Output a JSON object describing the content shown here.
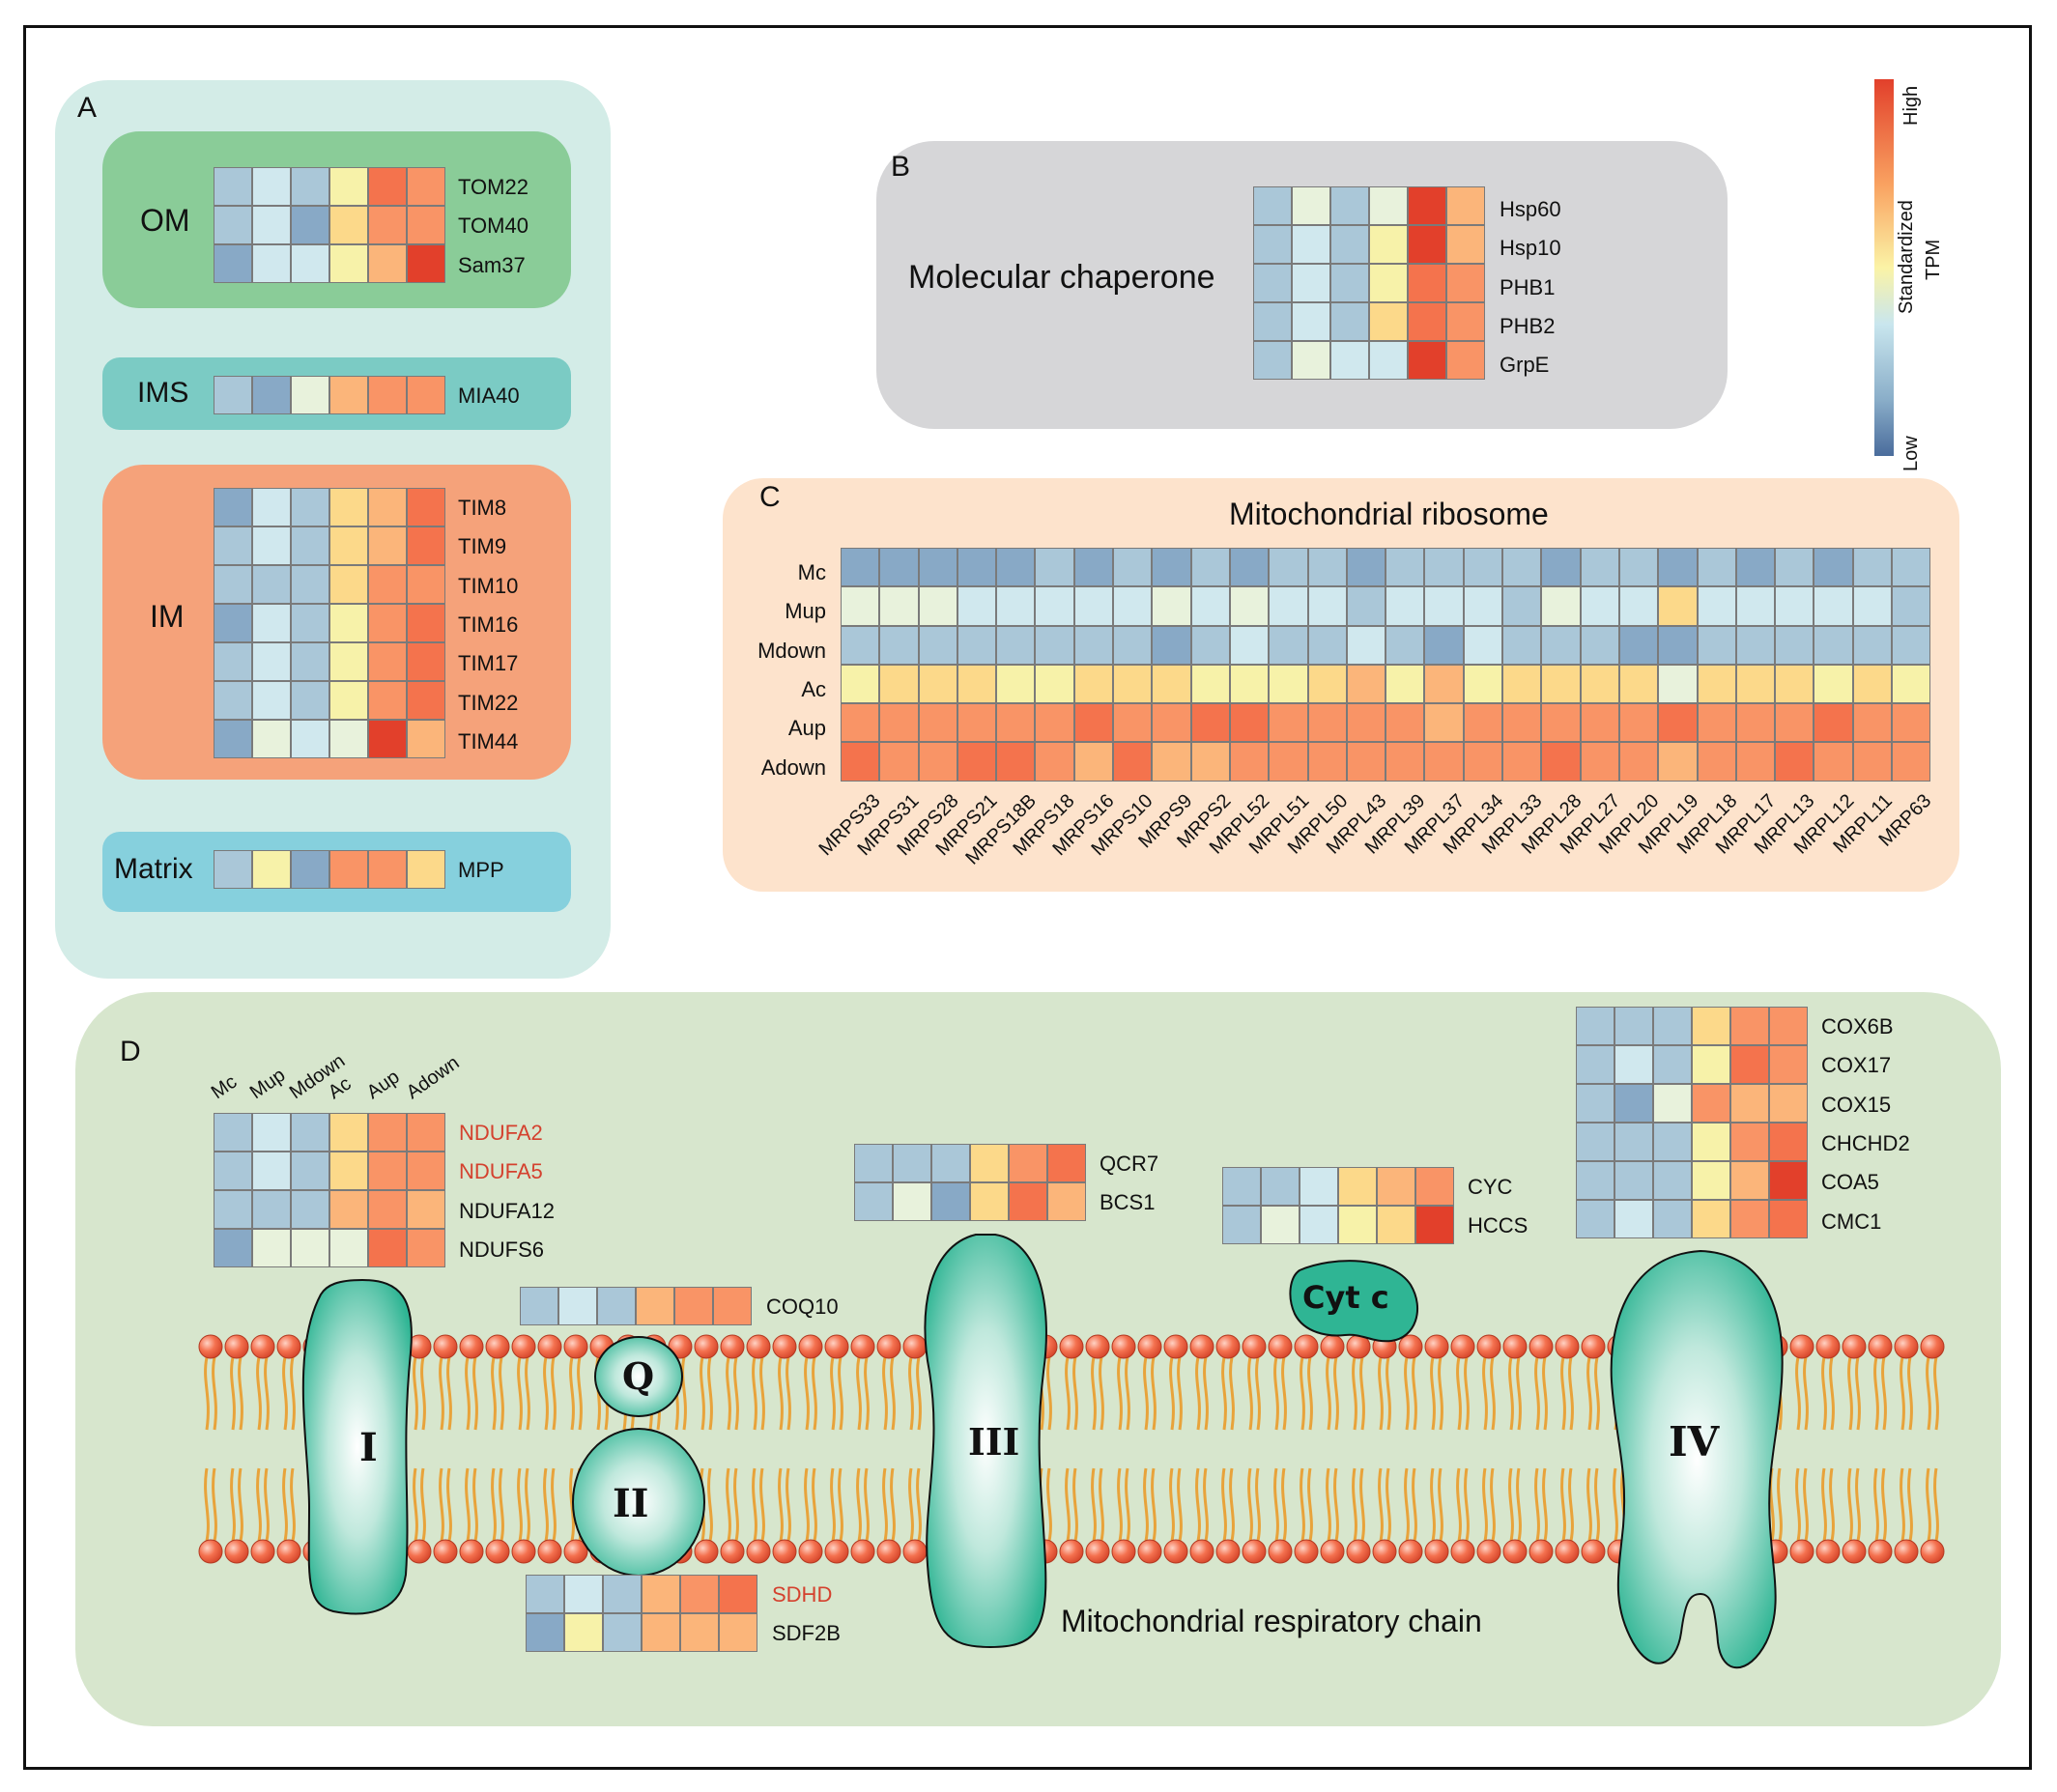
{
  "legend": {
    "high": "High",
    "low": "Low",
    "title_line1": "Standardized",
    "title_line2": "TPM",
    "colors": [
      "#4a6c9c",
      "#8aaec9",
      "#c9e6ee",
      "#fbf3a6",
      "#f9a261",
      "#e2402b"
    ]
  },
  "palette": {
    "1": "#88a9c6",
    "2": "#aac7d8",
    "3": "#d0e8ee",
    "4": "#e8f2dc",
    "5": "#f7f2a9",
    "6": "#fcd98a",
    "7": "#fbb57a",
    "8": "#f99466",
    "9": "#f4734d",
    "10": "#e2402b"
  },
  "panelA": {
    "letter": "A",
    "groups": [
      {
        "name": "OM",
        "rows": [
          {
            "label": "TOM22",
            "values": [
              2,
              3,
              2,
              5,
              9,
              8
            ]
          },
          {
            "label": "TOM40",
            "values": [
              2,
              3,
              1,
              6,
              8,
              8
            ]
          },
          {
            "label": "Sam37",
            "values": [
              1,
              3,
              3,
              5,
              7,
              10
            ]
          }
        ]
      },
      {
        "name": "IMS",
        "rows": [
          {
            "label": "MIA40",
            "values": [
              2,
              1,
              4,
              7,
              8,
              8
            ]
          }
        ]
      },
      {
        "name": "IM",
        "rows": [
          {
            "label": "TIM8",
            "values": [
              1,
              3,
              2,
              6,
              7,
              9
            ]
          },
          {
            "label": "TIM9",
            "values": [
              2,
              3,
              2,
              6,
              7,
              9
            ]
          },
          {
            "label": "TIM10",
            "values": [
              2,
              2,
              2,
              6,
              8,
              8
            ]
          },
          {
            "label": "TIM16",
            "values": [
              1,
              3,
              2,
              5,
              8,
              9
            ]
          },
          {
            "label": "TIM17",
            "values": [
              2,
              3,
              2,
              5,
              8,
              9
            ]
          },
          {
            "label": "TIM22",
            "values": [
              2,
              3,
              2,
              5,
              8,
              9
            ]
          },
          {
            "label": "TIM44",
            "values": [
              1,
              4,
              3,
              4,
              10,
              7
            ]
          }
        ]
      },
      {
        "name": "Matrix",
        "rows": [
          {
            "label": "MPP",
            "values": [
              2,
              5,
              1,
              8,
              8,
              6
            ]
          }
        ]
      }
    ]
  },
  "panelB": {
    "letter": "B",
    "title": "Molecular chaperone",
    "rows": [
      {
        "label": "Hsp60",
        "values": [
          2,
          4,
          2,
          4,
          10,
          7
        ]
      },
      {
        "label": "Hsp10",
        "values": [
          2,
          3,
          2,
          5,
          10,
          7
        ]
      },
      {
        "label": "PHB1",
        "values": [
          2,
          3,
          2,
          5,
          9,
          8
        ]
      },
      {
        "label": "PHB2",
        "values": [
          2,
          3,
          2,
          6,
          9,
          8
        ]
      },
      {
        "label": "GrpE",
        "values": [
          2,
          4,
          3,
          3,
          10,
          8
        ]
      }
    ]
  },
  "panelC": {
    "letter": "C",
    "title": "Mitochondrial ribosome",
    "row_labels": [
      "Mc",
      "Mup",
      "Mdown",
      "Ac",
      "Aup",
      "Adown"
    ],
    "col_labels": [
      "MRPS33",
      "MRPS31",
      "MRPS28",
      "MRPS21",
      "MRPS18B",
      "MRPS18",
      "MRPS16",
      "MRPS10",
      "MRPS9",
      "MRPS2",
      "MRPL52",
      "MRPL51",
      "MRPL50",
      "MRPL43",
      "MRPL39",
      "MRPL37",
      "MRPL34",
      "MRPL33",
      "MRPL28",
      "MRPL27",
      "MRPL20",
      "MRPL19",
      "MRPL18",
      "MRPL17",
      "MRPL13",
      "MRPL12",
      "MRPL11",
      "MRP63"
    ],
    "matrix": [
      [
        1,
        1,
        1,
        1,
        1,
        2,
        1,
        2,
        1,
        2,
        1,
        2,
        2,
        1,
        2,
        2,
        2,
        2,
        1,
        2,
        2,
        1,
        2,
        1,
        2,
        1,
        2,
        2
      ],
      [
        4,
        4,
        4,
        3,
        3,
        3,
        3,
        3,
        4,
        3,
        4,
        3,
        3,
        2,
        3,
        3,
        3,
        2,
        4,
        3,
        3,
        6,
        3,
        3,
        3,
        3,
        3,
        2
      ],
      [
        2,
        2,
        2,
        2,
        2,
        2,
        2,
        2,
        1,
        2,
        3,
        2,
        2,
        3,
        2,
        1,
        3,
        2,
        2,
        2,
        1,
        1,
        2,
        2,
        2,
        2,
        2,
        2
      ],
      [
        5,
        6,
        6,
        6,
        5,
        5,
        6,
        6,
        6,
        5,
        5,
        5,
        6,
        7,
        5,
        7,
        5,
        6,
        6,
        6,
        6,
        4,
        6,
        6,
        6,
        5,
        6,
        5
      ],
      [
        8,
        8,
        8,
        8,
        8,
        8,
        9,
        8,
        8,
        9,
        9,
        8,
        8,
        8,
        8,
        7,
        8,
        8,
        8,
        8,
        8,
        9,
        8,
        8,
        8,
        9,
        8,
        8
      ],
      [
        9,
        8,
        8,
        9,
        9,
        8,
        7,
        9,
        7,
        7,
        8,
        8,
        8,
        8,
        8,
        8,
        8,
        8,
        9,
        8,
        8,
        7,
        8,
        8,
        9,
        8,
        8,
        8
      ]
    ]
  },
  "panelD": {
    "letter": "D",
    "title": "Mitochondrial respiratory chain",
    "col_labels": [
      "Mc",
      "Mup",
      "Mdown",
      "Ac",
      "Aup",
      "Adown"
    ],
    "complexI": {
      "label": "I",
      "rows": [
        {
          "label": "NDUFA2",
          "red": true,
          "values": [
            2,
            3,
            2,
            6,
            8,
            8
          ]
        },
        {
          "label": "NDUFA5",
          "red": true,
          "values": [
            2,
            3,
            2,
            6,
            8,
            8
          ]
        },
        {
          "label": "NDUFA12",
          "red": false,
          "values": [
            2,
            2,
            2,
            7,
            8,
            7
          ]
        },
        {
          "label": "NDUFS6",
          "red": false,
          "values": [
            1,
            4,
            4,
            4,
            9,
            8
          ]
        }
      ]
    },
    "coq": {
      "label": "Q",
      "rows": [
        {
          "label": "COQ10",
          "red": false,
          "values": [
            2,
            3,
            2,
            7,
            8,
            8
          ]
        }
      ]
    },
    "complexII": {
      "label": "II",
      "rows": [
        {
          "label": "SDHD",
          "red": true,
          "values": [
            2,
            3,
            2,
            7,
            8,
            9
          ]
        },
        {
          "label": "SDF2B",
          "red": false,
          "values": [
            1,
            5,
            2,
            7,
            7,
            7
          ]
        }
      ]
    },
    "complexIII": {
      "label": "III",
      "rows": [
        {
          "label": "QCR7",
          "red": false,
          "values": [
            2,
            2,
            2,
            6,
            8,
            9
          ]
        },
        {
          "label": "BCS1",
          "red": false,
          "values": [
            2,
            4,
            1,
            6,
            9,
            7
          ]
        }
      ]
    },
    "cytc": {
      "label": "Cyt c",
      "rows": [
        {
          "label": "CYC",
          "red": false,
          "values": [
            2,
            2,
            3,
            6,
            7,
            8
          ]
        },
        {
          "label": "HCCS",
          "red": false,
          "values": [
            2,
            4,
            3,
            5,
            6,
            10
          ]
        }
      ]
    },
    "complexIV": {
      "label": "IV",
      "rows": [
        {
          "label": "COX6B",
          "red": false,
          "values": [
            2,
            2,
            2,
            6,
            8,
            8
          ]
        },
        {
          "label": "COX17",
          "red": false,
          "values": [
            2,
            3,
            2,
            5,
            9,
            8
          ]
        },
        {
          "label": "COX15",
          "red": false,
          "values": [
            2,
            1,
            4,
            8,
            7,
            7
          ]
        },
        {
          "label": "CHCHD2",
          "red": false,
          "values": [
            2,
            2,
            2,
            5,
            8,
            9
          ]
        },
        {
          "label": "COA5",
          "red": false,
          "values": [
            2,
            2,
            2,
            5,
            7,
            10
          ]
        },
        {
          "label": "CMC1",
          "red": false,
          "values": [
            2,
            3,
            2,
            6,
            8,
            9
          ]
        }
      ]
    }
  }
}
